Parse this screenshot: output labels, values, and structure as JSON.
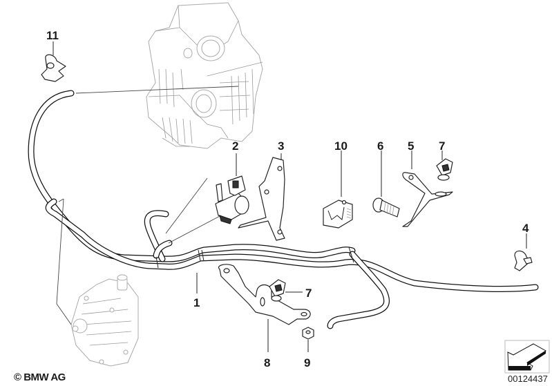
{
  "diagram": {
    "type": "exploded parts diagram",
    "callouts": [
      {
        "id": "1",
        "label": "1",
        "part": "vacuum-hose"
      },
      {
        "id": "2",
        "label": "2",
        "part": "pressure-converter"
      },
      {
        "id": "3",
        "label": "3",
        "part": "bracket"
      },
      {
        "id": "4",
        "label": "4",
        "part": "hose-clip"
      },
      {
        "id": "5",
        "label": "5",
        "part": "holder"
      },
      {
        "id": "6",
        "label": "6",
        "part": "bolt"
      },
      {
        "id": "7a",
        "label": "7",
        "part": "clip-nut"
      },
      {
        "id": "7b",
        "label": "7",
        "part": "clip-nut"
      },
      {
        "id": "8",
        "label": "8",
        "part": "bracket"
      },
      {
        "id": "9",
        "label": "9",
        "part": "nut"
      },
      {
        "id": "10",
        "label": "10",
        "part": "holder-clip"
      },
      {
        "id": "11",
        "label": "11",
        "part": "hose-clip"
      }
    ],
    "copyright": "© BMW AG",
    "document_number": "00124437",
    "nav_icon": "arrow-left-down-icon"
  }
}
